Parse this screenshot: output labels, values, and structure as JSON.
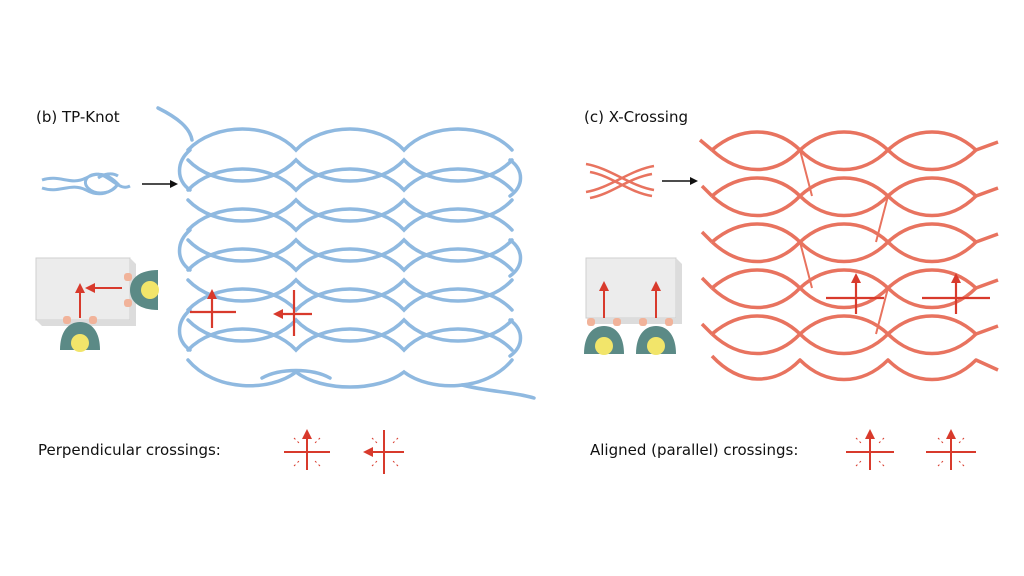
{
  "panels": {
    "b": {
      "title": "(b) TP-Knot",
      "footer": "Perpendicular crossings:",
      "color": "#8fb9e0"
    },
    "c": {
      "title": "(c) X-Crossing",
      "footer": "Aligned (parallel) crossings:",
      "color": "#e8735f"
    }
  },
  "colors": {
    "arrow": "#d83a2c",
    "table": "#ececec",
    "person_body": "#5b8a86",
    "person_head": "#f2e56a",
    "hands": "#f1b39a"
  }
}
